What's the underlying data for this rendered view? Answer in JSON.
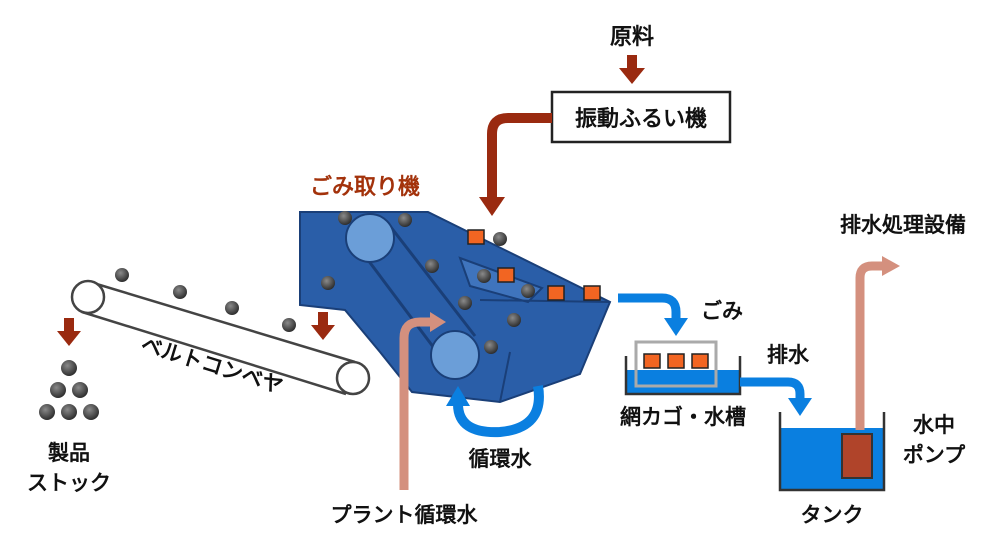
{
  "labels": {
    "raw_material": "原料",
    "vibrating_screen": "振動ふるい機",
    "trash_remover": "ごみ取り機",
    "wastewater_facility": "排水処理設備",
    "trash": "ごみ",
    "drainage": "排水",
    "mesh_basket_tank": "網カゴ・水槽",
    "submersible_pump_line1": "水中",
    "submersible_pump_line2": "ポンプ",
    "tank": "タンク",
    "circulating_water": "循環水",
    "plant_circulating_water": "プラント循環水",
    "belt_conveyor": "ベルトコンベヤ",
    "product_stock_line1": "製品",
    "product_stock_line2": "ストック"
  },
  "colors": {
    "machine_blue": "#2a5ea8",
    "roller_blue": "#6b9ed8",
    "water_blue": "#0a7fe0",
    "arrow_red": "#9a2a10",
    "arrow_pink": "#d4907e",
    "trash_orange": "#f26522",
    "pump_brown": "#b0442a",
    "pellet_gray": "#444444",
    "trash_label_red": "#a3320b"
  },
  "icons": {
    "pellet": "gray-ball",
    "trash": "orange-square"
  }
}
